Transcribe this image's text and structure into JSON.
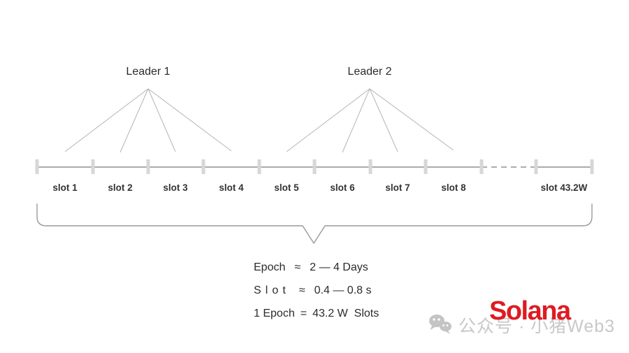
{
  "diagram": {
    "leaders": [
      {
        "label": "Leader 1"
      },
      {
        "label": "Leader 2"
      }
    ],
    "timeline": {
      "slots": [
        {
          "label": "slot 1"
        },
        {
          "label": "slot 2"
        },
        {
          "label": "slot 3"
        },
        {
          "label": "slot 4"
        },
        {
          "label": "slot 5"
        },
        {
          "label": "slot 6"
        },
        {
          "label": "slot 7"
        },
        {
          "label": "slot 8"
        },
        {
          "label": "slot 43.2W"
        }
      ]
    },
    "legend": [
      {
        "term": "Epoch",
        "relation": "≈",
        "value": "2 — 4 Days"
      },
      {
        "term": "Slot",
        "relation": "≈",
        "value": "0.4 — 0.8 s"
      },
      {
        "term": "1 Epoch",
        "relation": "=",
        "value": "43.2 W  Slots"
      }
    ],
    "colors": {
      "timeline_line": "#8f8f8f",
      "tick": "#d7d7d7",
      "fan_line": "#b5b5b5",
      "brace": "#999999",
      "text": "#2b2b2b"
    }
  },
  "branding": {
    "logo_text": "Solana",
    "logo_color": "#de1b21"
  },
  "watermark": {
    "text": "公众号 · 小猪Web3",
    "color": "#c8c8c8"
  }
}
